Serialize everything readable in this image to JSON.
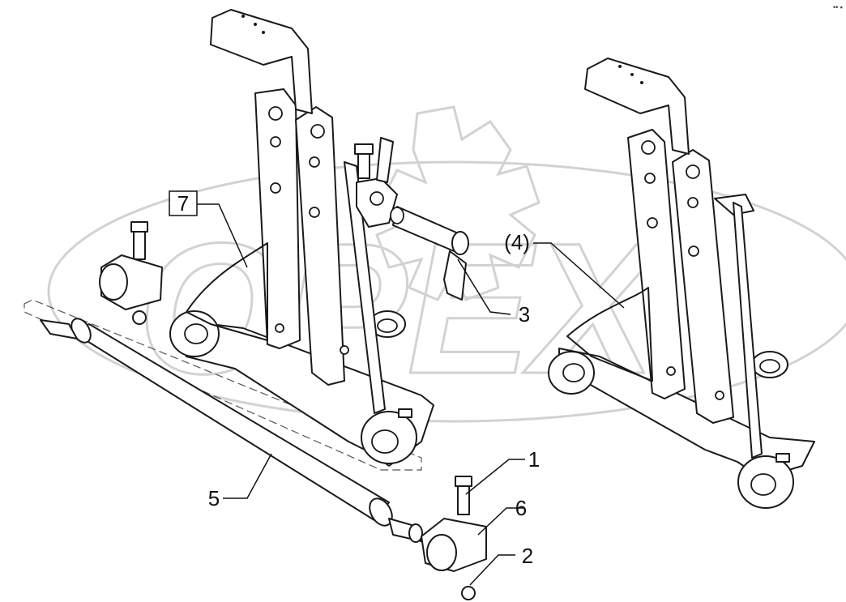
{
  "diagram": {
    "labels": {
      "item_1": "1",
      "item_2": "2",
      "item_3": "3",
      "item_4": "(4)",
      "item_5": "5",
      "item_6": "6",
      "item_7": "7"
    },
    "watermark": {
      "text": "OPEX",
      "color": "#d2d2d2"
    },
    "corner_mark": "•• ▪"
  }
}
